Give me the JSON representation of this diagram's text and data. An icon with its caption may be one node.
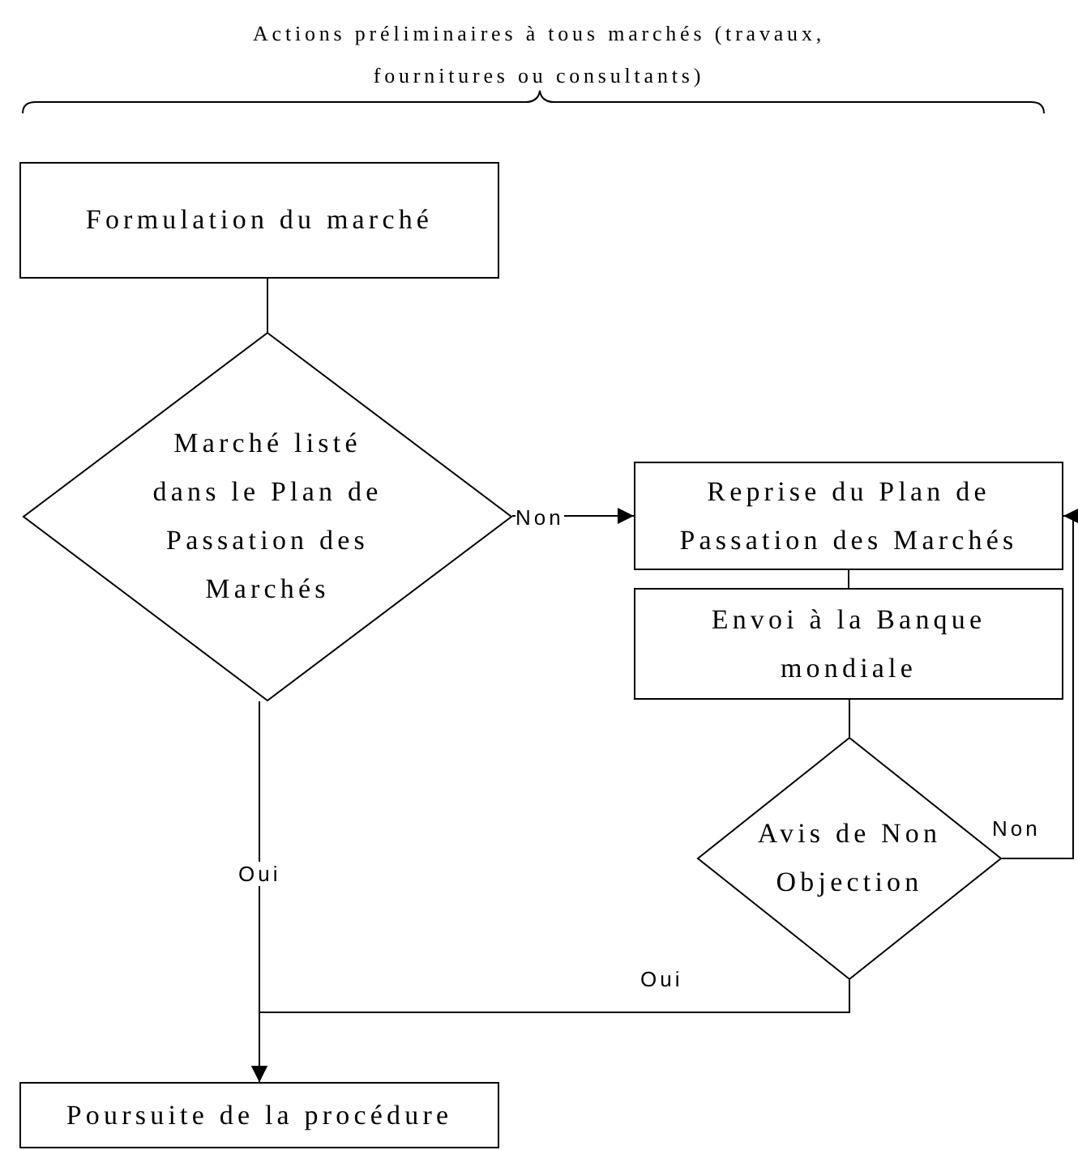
{
  "diagram": {
    "title": "Actions préliminaires à tous marchés (travaux, fournitures ou consultants)",
    "nodes": [
      {
        "text": [
          "Formulation du marché"
        ]
      },
      {
        "text": [
          "Marché listé dans le Plan de Passation des Marchés"
        ]
      },
      {
        "text": [
          "Reprise du Plan de Passation des Marchés"
        ]
      },
      {
        "text": [
          "Envoi à la Banque mondiale"
        ]
      },
      {
        "text": [
          "Avis de Non Objection"
        ]
      },
      {
        "text": [
          "Poursuite de la procédure"
        ]
      }
    ],
    "edges": [
      {
        "from": 0,
        "to": 1,
        "arrow": "none"
      },
      {
        "from": 1,
        "to": 2,
        "arrow": "to",
        "label": "Non"
      },
      {
        "from": 2,
        "to": 3,
        "arrow": "none"
      },
      {
        "from": 3,
        "to": 4,
        "arrow": "none"
      },
      {
        "from": 1,
        "to": 5,
        "arrow": "to",
        "label": "Oui"
      },
      {
        "from": 4,
        "to": 5,
        "arrow": "to",
        "label": "Oui"
      },
      {
        "from": 4,
        "to": 2,
        "arrow": "to",
        "label": "Non"
      }
    ]
  }
}
